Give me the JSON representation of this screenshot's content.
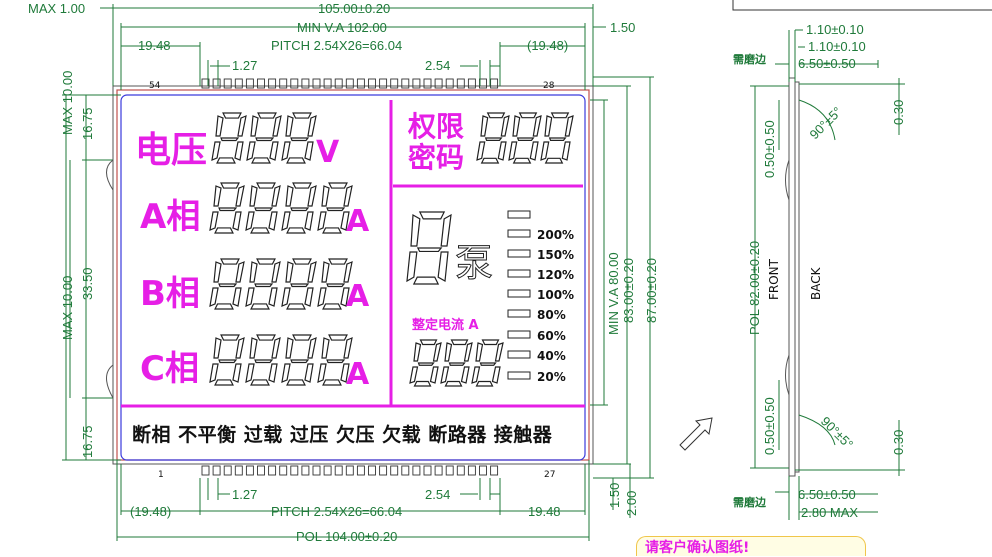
{
  "dims": {
    "max_1_00": "MAX 1.00",
    "width_105": "105.00±0.20",
    "min_va_102": "MIN V.A 102.00",
    "right_1_50": "1.50",
    "left_19_48": "19.48",
    "pitch_top": "PITCH 2.54X26=66.04",
    "right_19_48_paren": "(19.48)",
    "pitch_1_27_top": "1.27",
    "pitch_2_54_top": "2.54",
    "pin_54": "54",
    "pin_28": "28",
    "max_10_top": "MAX 10.00",
    "dim_16_75_top": "16.75",
    "max_10_bottom": "MAX 10.00",
    "dim_33_50": "33.50",
    "dim_16_75_bottom": "16.75",
    "min_va_80": "MIN V.A 80.00",
    "dim_83": "83.00±0.20",
    "dim_87": "87.00±0.20",
    "pin_1": "1",
    "pin_27": "27",
    "pitch_1_27_bottom": "1.27",
    "pitch_2_54_bottom": "2.54",
    "left_19_48_paren": "(19.48)",
    "pitch_bottom": "PITCH 2.54X26=66.04",
    "right_19_48": "19.48",
    "dim_1_50_bottom": "1.50",
    "dim_2_00": "2.00",
    "pol_104": "POL 104.00±0.20"
  },
  "lcd": {
    "voltage_label": "电压",
    "volt_unit": "V",
    "auth_label_1": "权限",
    "auth_label_2": "密码",
    "phase_a": "A相",
    "phase_b": "B相",
    "phase_c": "C相",
    "amp_unit": "A",
    "pump_label": "泵",
    "rated_current": "整定电流 A",
    "percents": [
      "200%",
      "150%",
      "120%",
      "100%",
      "80%",
      "60%",
      "40%",
      "20%"
    ],
    "status_row": "断相 不平衡 过载 过压 欠压 欠载 断路器 接触器"
  },
  "side": {
    "top_1_10_a": "1.10±0.10",
    "top_1_10_b": "1.10±0.10",
    "top_6_50": "6.50±0.50",
    "grind_edge_top": "需磨边",
    "dim_0_30_top": "0.30",
    "dim_0_50_top": "0.50±0.50",
    "angle_top": "90°±5°",
    "pol_82": "POL 82.00±0.20",
    "front": "FRONT",
    "back": "BACK",
    "dim_0_50_bottom": "0.50±0.50",
    "angle_bottom": "90°±5°",
    "dim_0_30_bottom": "0.30",
    "grind_edge_bottom": "需磨边",
    "bottom_6_50": "6.50±0.50",
    "max_2_80": "2.80 MAX"
  },
  "note": "请客户确认图纸!",
  "colors": {
    "dimension": "#1f7a3a",
    "segment_text": "#e61fe6",
    "viewing_area": "#3a3adc",
    "outline": "#c0504d"
  }
}
